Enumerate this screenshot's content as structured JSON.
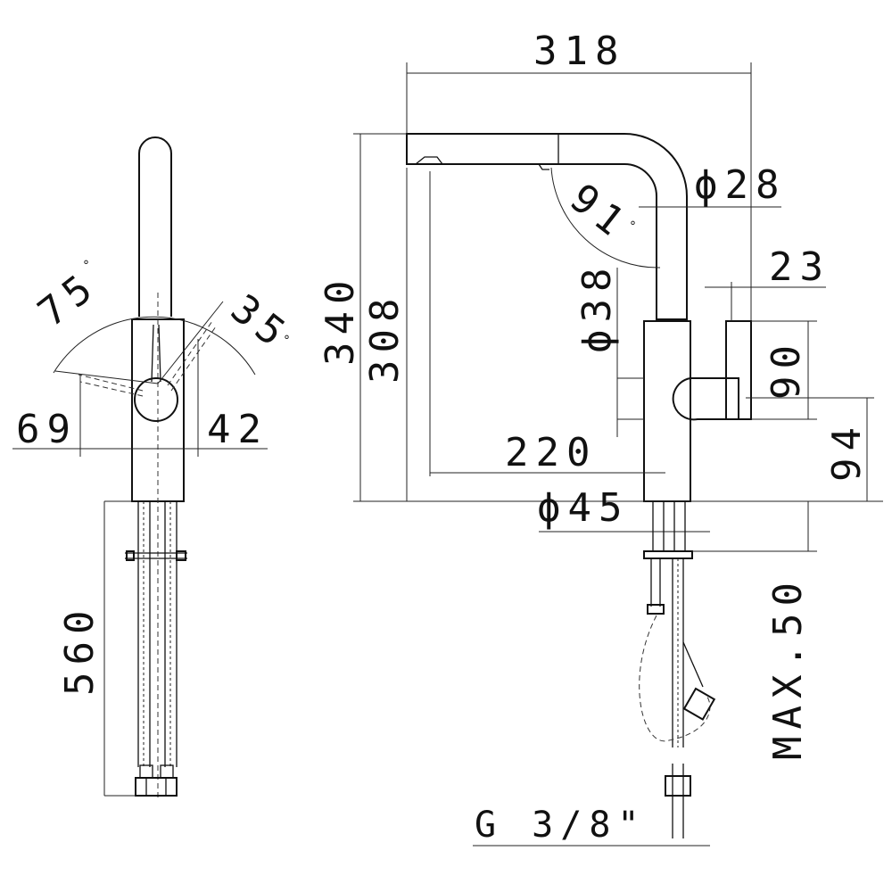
{
  "side_view": {
    "angle_left": "75",
    "angle_right": "35",
    "degree_symbol": "°",
    "width_left": "69",
    "width_right": "42",
    "hose_length": "560"
  },
  "front_view": {
    "overall_width": "318",
    "overall_height": "340",
    "spout_height": "308",
    "spout_diameter": "ϕ28",
    "rotation_angle": "91",
    "body_diameter_label": "ϕ38",
    "handle_offset": "23",
    "handle_height": "90",
    "handle_base_height": "94",
    "spout_reach": "220",
    "base_diameter": "ϕ45",
    "max_thickness": "MAX.50",
    "thread": "G  3/8\""
  }
}
